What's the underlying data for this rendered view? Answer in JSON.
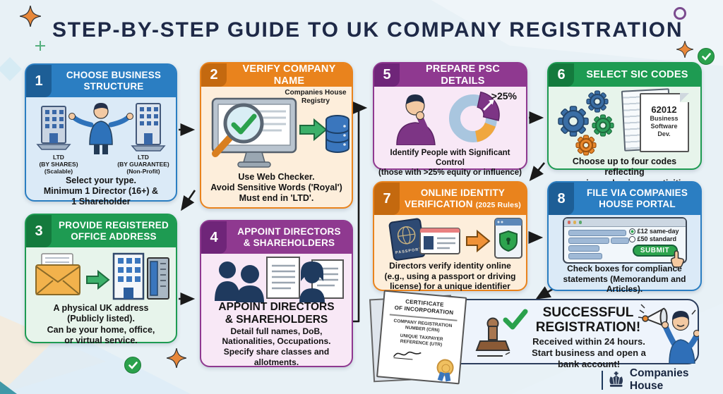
{
  "title": "STEP-BY-STEP GUIDE TO UK COMPANY REGISTRATION",
  "palette": {
    "background": "#e8f1f6",
    "title_text": "#1e2947",
    "step_blue": "#2b7ec2",
    "step_orange": "#e9831d",
    "step_green": "#1e9b52",
    "step_purple": "#8f3990",
    "arrow": "#1a1a1a",
    "submit_green": "#2da44e",
    "success_border": "#2c3e5d"
  },
  "steps": [
    {
      "number": "1",
      "title": "CHOOSE BUSINESS\nSTRUCTURE",
      "left_label": "LTD\n(BY SHARES)\n(Scalable)",
      "right_label": "LTD\n(BY GUARANTEE)\n(Non-Profit)",
      "caption": "Select your type.\nMinimum 1 Director (16+) &\n1 Shareholder"
    },
    {
      "number": "2",
      "title": "VERIFY COMPANY NAME",
      "registry_label": "Companies House\nRegistry",
      "caption": "Use Web Checker.\nAvoid Sensitive Words ('Royal')\nMust end in 'LTD'."
    },
    {
      "number": "3",
      "title": "PROVIDE REGISTERED\nOFFICE ADDRESS",
      "caption": "A physical UK address\n(Publicly listed).\nCan be your home, office,\nor virtual service."
    },
    {
      "number": "4",
      "title": "APPOINT DIRECTORS\n& SHAREHOLDERS",
      "subtitle": "APPOINT DIRECTORS\n& SHAREHOLDERS",
      "caption": "Detail full names, DoB,\nNationalities, Occupations.\nSpecify share classes and allotments."
    },
    {
      "number": "5",
      "title": "PREPARE PSC DETAILS",
      "chart_label": ">25%",
      "caption": "Identify People with Significant Control\n(those with >25% equity or influence)"
    },
    {
      "number": "6",
      "title": "SELECT SIC CODES",
      "doc_code": "62012",
      "doc_desc": "Business\nSoftware\nDev.",
      "caption": "Choose up to four codes reflecting\nyour primary business activities."
    },
    {
      "number": "7",
      "title": "ONLINE IDENTITY\nVERIFICATION",
      "title_suffix": "(2025 Rules)",
      "passport_label": "PASSPORT",
      "caption": "Directors verify identity online\n(e.g., using a passport or driving\nlicense) for a unique identifier"
    },
    {
      "number": "8",
      "title": "FILE VIA COMPANIES\nHOUSE PORTAL",
      "option1": "£12 same-day",
      "option2": "£50 standard",
      "submit_label": "SUBMIT",
      "caption": "Check boxes for compliance\nstatements (Memorandum and Articles)."
    }
  ],
  "success": {
    "title": "SUCCESSFUL\nREGISTRATION!",
    "caption": "Received within 24 hours.\nStart business and open a\nbank account!",
    "certificate": {
      "line1": "CERTIFICATE\nOF INCORPORATION",
      "line2": "COMPANY REGISTRATION\nNUMBER (CRN)",
      "line3": "UNIQUE TAXPAYER\nREFERENCE (UTR)"
    }
  },
  "footer": {
    "brand": "Companies House"
  }
}
